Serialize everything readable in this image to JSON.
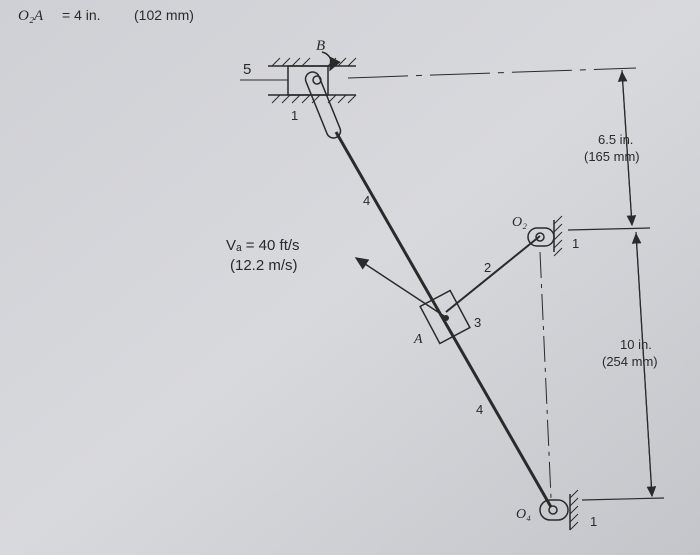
{
  "header": {
    "o2a": "O₂A",
    "eq": "= 4 in.",
    "mm": "(102 mm)"
  },
  "labels": {
    "slider_5": "5",
    "ground_1_top": "1",
    "point_b": "B",
    "link_4_upper": "4",
    "link_4_lower": "4",
    "link_2": "2",
    "block_3": "3",
    "point_a": "A",
    "pivot_o2": "O₂",
    "pivot_o4": "O₄",
    "ground_1_o2": "1",
    "ground_1_o4": "1"
  },
  "velocity": {
    "line1": "Vₐ = 40 ft/s",
    "line2": "(12.2 m/s)"
  },
  "dimensions": {
    "upper_in": "6.5 in.",
    "upper_mm": "(165 mm)",
    "lower_in": "10 in.",
    "lower_mm": "(254 mm)"
  },
  "colors": {
    "paper": "#d4d5d9",
    "ink": "#2a2a2a"
  }
}
